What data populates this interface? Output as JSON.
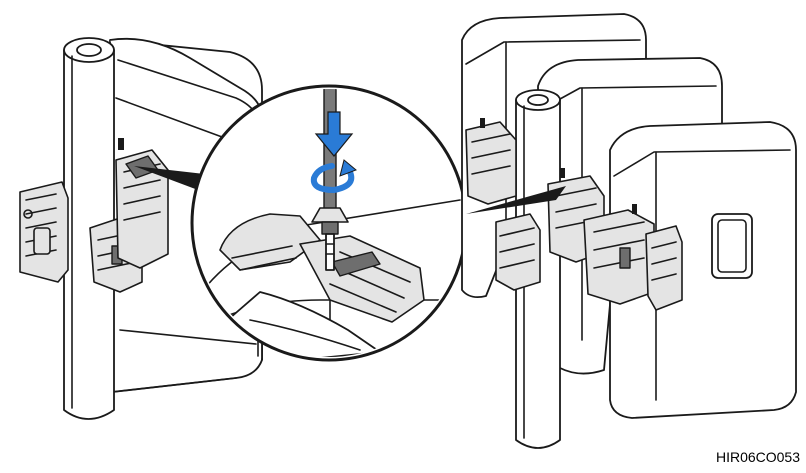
{
  "figure": {
    "caption": "HIR06CO053",
    "colors": {
      "line": "#1a1a1a",
      "cabinet": "#ffffff",
      "bracket": "#e4e4e4",
      "rotation_arrow": "#2a7bd6"
    },
    "icons": [
      "pole",
      "outdoor-cabinet",
      "mounting-bracket",
      "magnifier-circle",
      "screwdriver",
      "down-arrow",
      "rotate-arrow"
    ]
  }
}
